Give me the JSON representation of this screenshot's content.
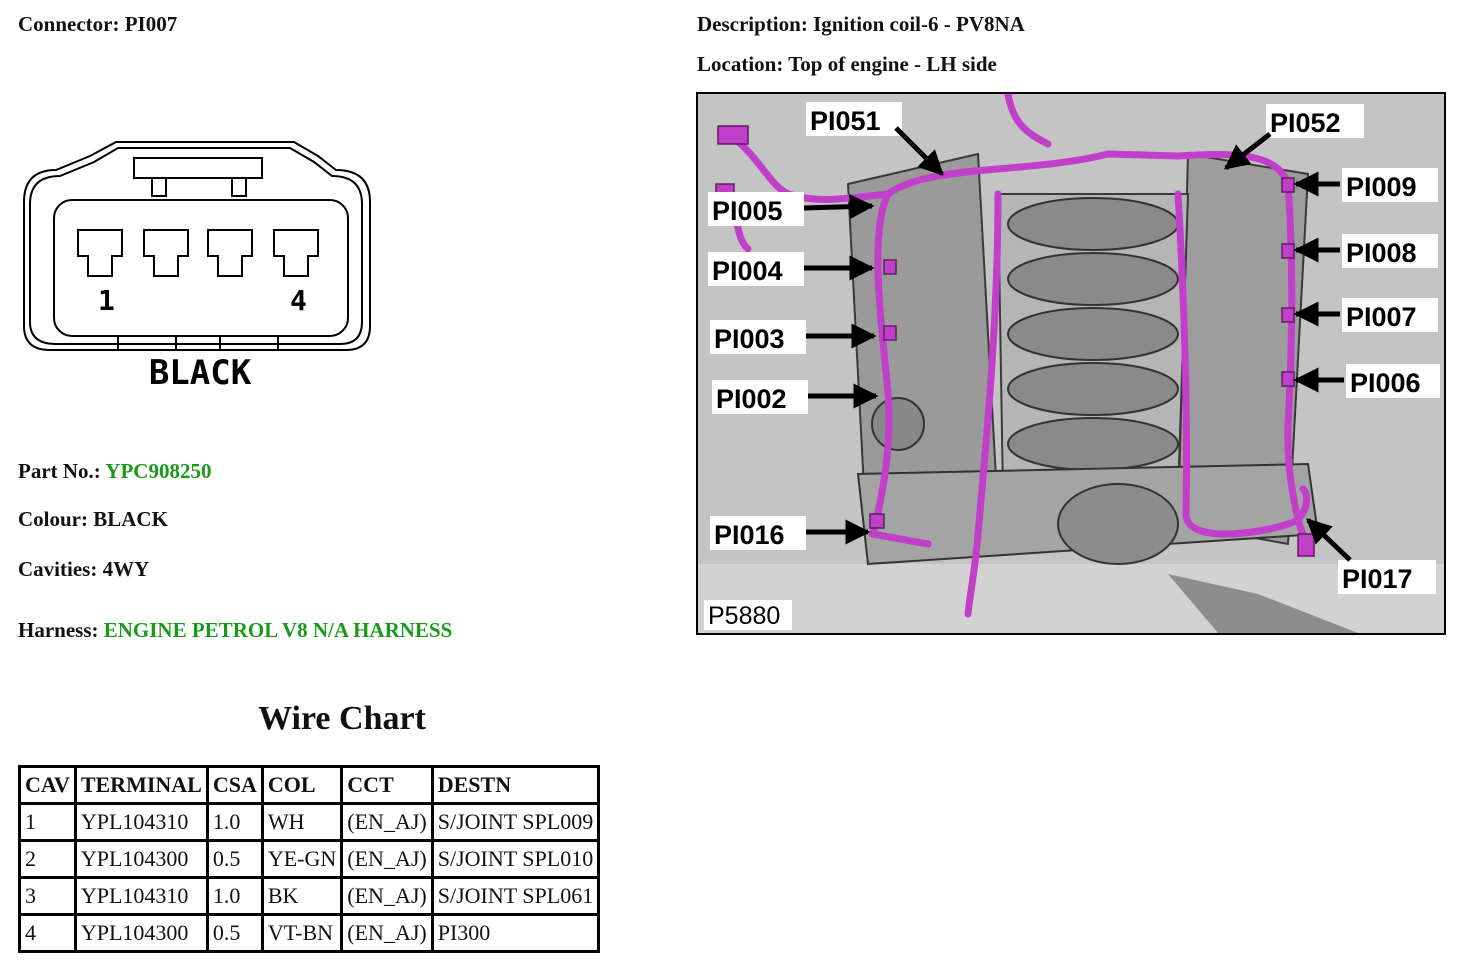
{
  "connector": {
    "label": "Connector:",
    "value": "PI007"
  },
  "description": {
    "label": "Description:",
    "value": "Ignition coil-6 - PV8NA"
  },
  "location": {
    "label": "Location:",
    "value": "Top of engine - LH side"
  },
  "part_no": {
    "label": "Part No.:",
    "value": "YPC908250"
  },
  "colour": {
    "label": "Colour:",
    "value": "BLACK"
  },
  "cavities": {
    "label": "Cavities:",
    "value": "4WY"
  },
  "harness": {
    "label": "Harness:",
    "value": "ENGINE PETROL V8 N/A HARNESS"
  },
  "connector_drawing": {
    "pin_first": "1",
    "pin_last": "4",
    "colour_label": "BLACK"
  },
  "wire_chart": {
    "title": "Wire Chart",
    "headers": [
      "CAV",
      "TERMINAL",
      "CSA",
      "COL",
      "CCT",
      "DESTN"
    ],
    "rows": [
      [
        "1",
        "YPL104310",
        "1.0",
        "WH",
        "(EN_AJ)",
        "S/JOINT SPL009"
      ],
      [
        "2",
        "YPL104300",
        "0.5",
        "YE-GN",
        "(EN_AJ)",
        "S/JOINT SPL010"
      ],
      [
        "3",
        "YPL104310",
        "1.0",
        "BK",
        "(EN_AJ)",
        "S/JOINT SPL061"
      ],
      [
        "4",
        "YPL104300",
        "0.5",
        "VT-BN",
        "(EN_AJ)",
        "PI300"
      ]
    ]
  },
  "figure": {
    "id_label": "P5880",
    "callouts": {
      "pi051": "PI051",
      "pi052": "PI052",
      "pi005": "PI005",
      "pi004": "PI004",
      "pi003": "PI003",
      "pi002": "PI002",
      "pi016": "PI016",
      "pi009": "PI009",
      "pi008": "PI008",
      "pi007": "PI007",
      "pi006": "PI006",
      "pi017": "PI017"
    },
    "harness_color": "#c23fc9"
  }
}
